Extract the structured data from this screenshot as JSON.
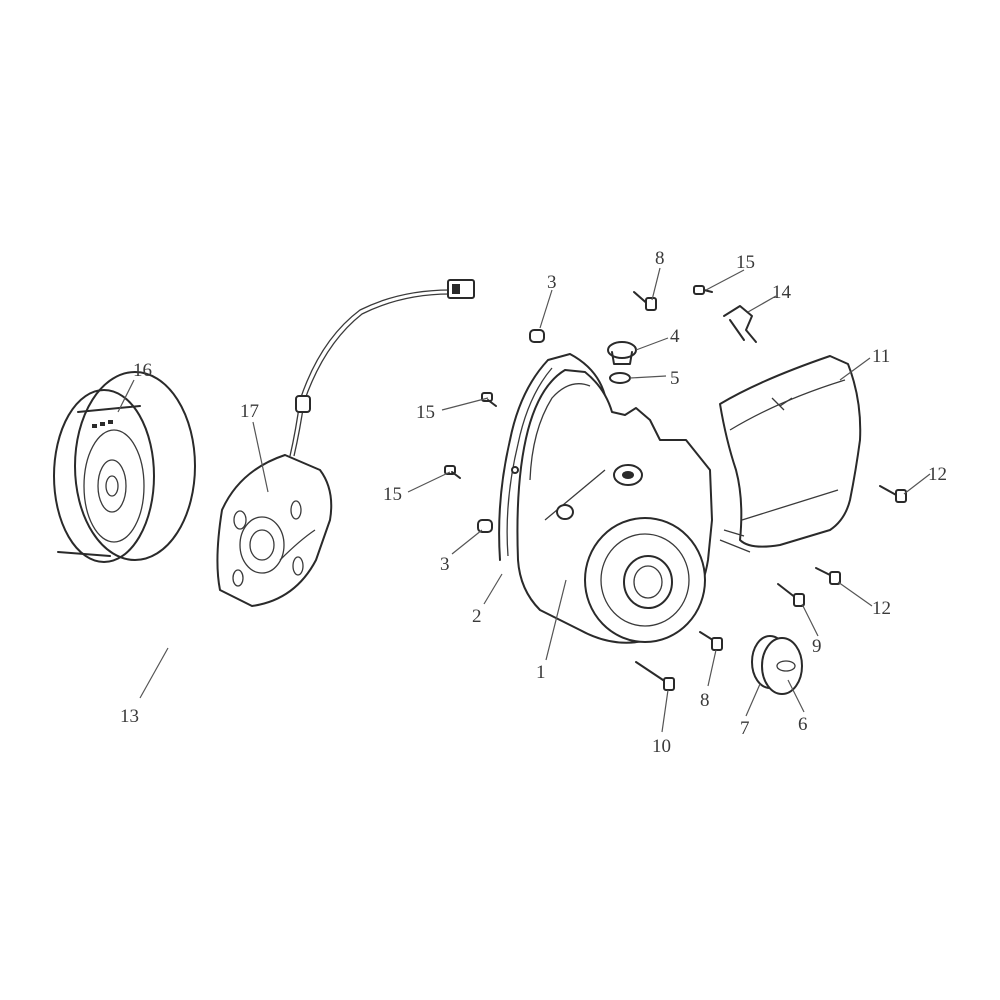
{
  "callouts": [
    {
      "id": "1",
      "label": "1"
    },
    {
      "id": "2",
      "label": "2"
    },
    {
      "id": "3a",
      "label": "3"
    },
    {
      "id": "3b",
      "label": "3"
    },
    {
      "id": "4",
      "label": "4"
    },
    {
      "id": "5",
      "label": "5"
    },
    {
      "id": "6",
      "label": "6"
    },
    {
      "id": "7",
      "label": "7"
    },
    {
      "id": "8a",
      "label": "8"
    },
    {
      "id": "8b",
      "label": "8"
    },
    {
      "id": "9",
      "label": "9"
    },
    {
      "id": "10",
      "label": "10"
    },
    {
      "id": "11",
      "label": "11"
    },
    {
      "id": "12a",
      "label": "12"
    },
    {
      "id": "12b",
      "label": "12"
    },
    {
      "id": "13",
      "label": "13"
    },
    {
      "id": "14",
      "label": "14"
    },
    {
      "id": "15a",
      "label": "15"
    },
    {
      "id": "15b",
      "label": "15"
    },
    {
      "id": "15c",
      "label": "15"
    },
    {
      "id": "16",
      "label": "16"
    },
    {
      "id": "17",
      "label": "17"
    }
  ]
}
